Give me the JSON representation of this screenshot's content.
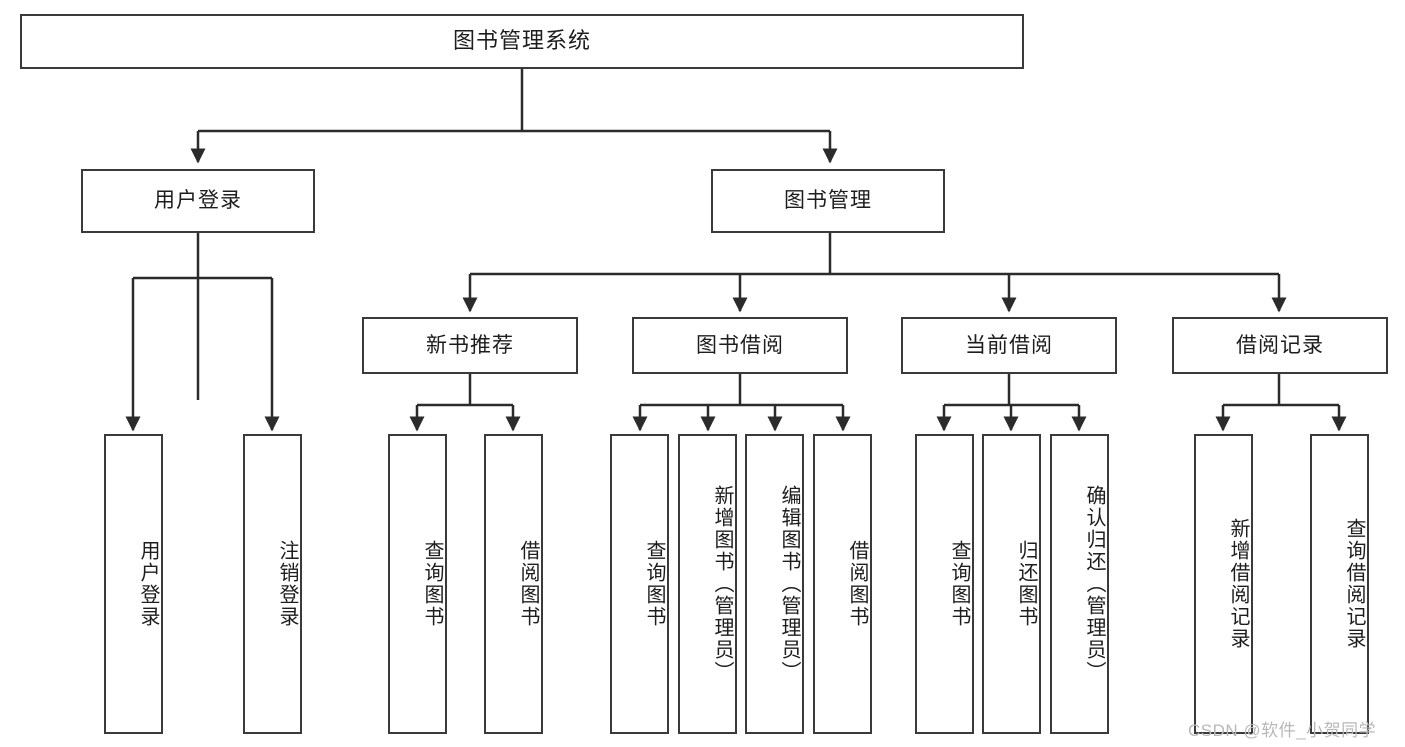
{
  "diagram": {
    "title": "图书管理系统",
    "watermark": "CSDN @软件_小贺同学",
    "colors": {
      "box_border": "#3a3a3a",
      "box_fill": "#ffffff",
      "connector": "#2b2b2b",
      "text": "#1d1d1d",
      "watermark": "#b8b8b8"
    },
    "root": {
      "label": "图书管理系统"
    },
    "level2": [
      {
        "label": "用户登录"
      },
      {
        "label": "图书管理"
      }
    ],
    "level3": [
      {
        "label": "新书推荐"
      },
      {
        "label": "图书借阅"
      },
      {
        "label": "当前借阅"
      },
      {
        "label": "借阅记录"
      }
    ],
    "leaves": [
      {
        "label": "用户登录"
      },
      {
        "label": "注销登录"
      },
      {
        "label": "查询图书"
      },
      {
        "label": "借阅图书"
      },
      {
        "label": "查询图书"
      },
      {
        "label": "新增图书（管理员）"
      },
      {
        "label": "编辑图书（管理员）"
      },
      {
        "label": "借阅图书"
      },
      {
        "label": "查询图书"
      },
      {
        "label": "归还图书"
      },
      {
        "label": "确认归还（管理员）"
      },
      {
        "label": "新增借阅记录"
      },
      {
        "label": "查询借阅记录"
      }
    ]
  }
}
